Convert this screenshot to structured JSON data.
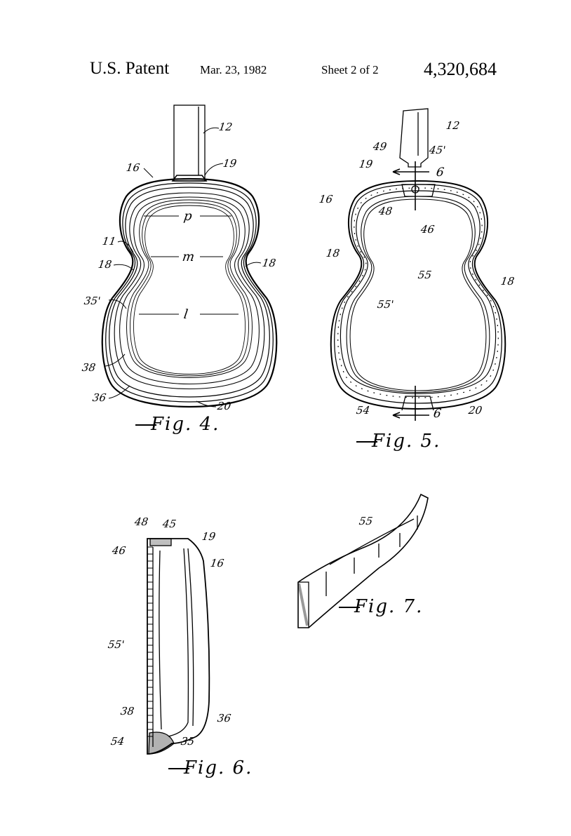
{
  "header": {
    "title": "U.S. Patent",
    "date": "Mar. 23, 1982",
    "sheet": "Sheet 2 of 2",
    "patent_number": "4,320,684"
  },
  "figures": {
    "fig4": {
      "caption": "Fig. 4.",
      "labels": [
        "12",
        "16",
        "19",
        "p",
        "11",
        "m",
        "18",
        "18",
        "35'",
        "l",
        "38",
        "36",
        "20"
      ]
    },
    "fig5": {
      "caption": "Fig. 5.",
      "labels": [
        "12",
        "49",
        "45'",
        "6",
        "19",
        "16",
        "48",
        "46",
        "18",
        "55",
        "55'",
        "18",
        "54",
        "6",
        "20"
      ]
    },
    "fig6": {
      "caption": "Fig. 6.",
      "labels": [
        "48",
        "45",
        "19",
        "46",
        "16",
        "55'",
        "38",
        "36",
        "54",
        "35"
      ]
    },
    "fig7": {
      "caption": "Fig. 7.",
      "labels": [
        "55"
      ]
    }
  }
}
